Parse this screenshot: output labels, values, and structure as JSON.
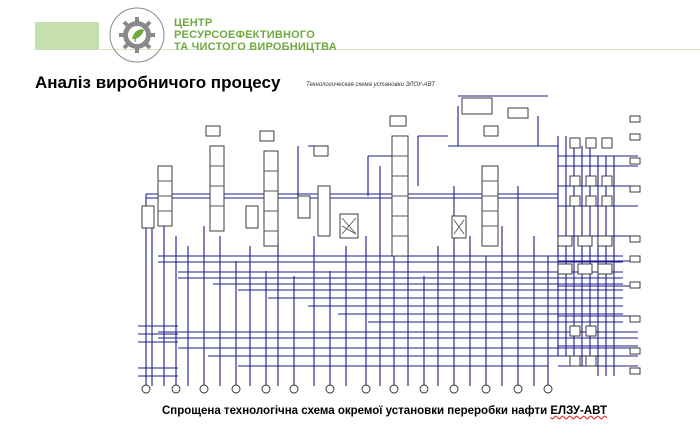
{
  "header": {
    "org_line1": "ЦЕНТР",
    "org_line2": "РЕСУРСОЕФЕКТИВНОГО",
    "org_line3": "ТА ЧИСТОГО ВИРОБНИЦТВА",
    "logo_text": "ЦЕНТР РЕСУРСОЕФЕКТИВНОГО ТА ЧИСТОГО ВИРОБНИЦТВА",
    "accent_color": "#6faa3e",
    "bar_color": "#c5dfae"
  },
  "slide": {
    "title": "Аналіз виробничого процесу",
    "diagram_title": "Технологическая схема установки ЭЛОУ-АВТ",
    "caption_prefix": "Спрощена технологічна схема окремої установки переробки нафти ",
    "caption_emph": "ЕЛЗУ-АВТ"
  },
  "colors": {
    "pipe": "#1c1c8c",
    "equipment": "#2a2a2a"
  }
}
